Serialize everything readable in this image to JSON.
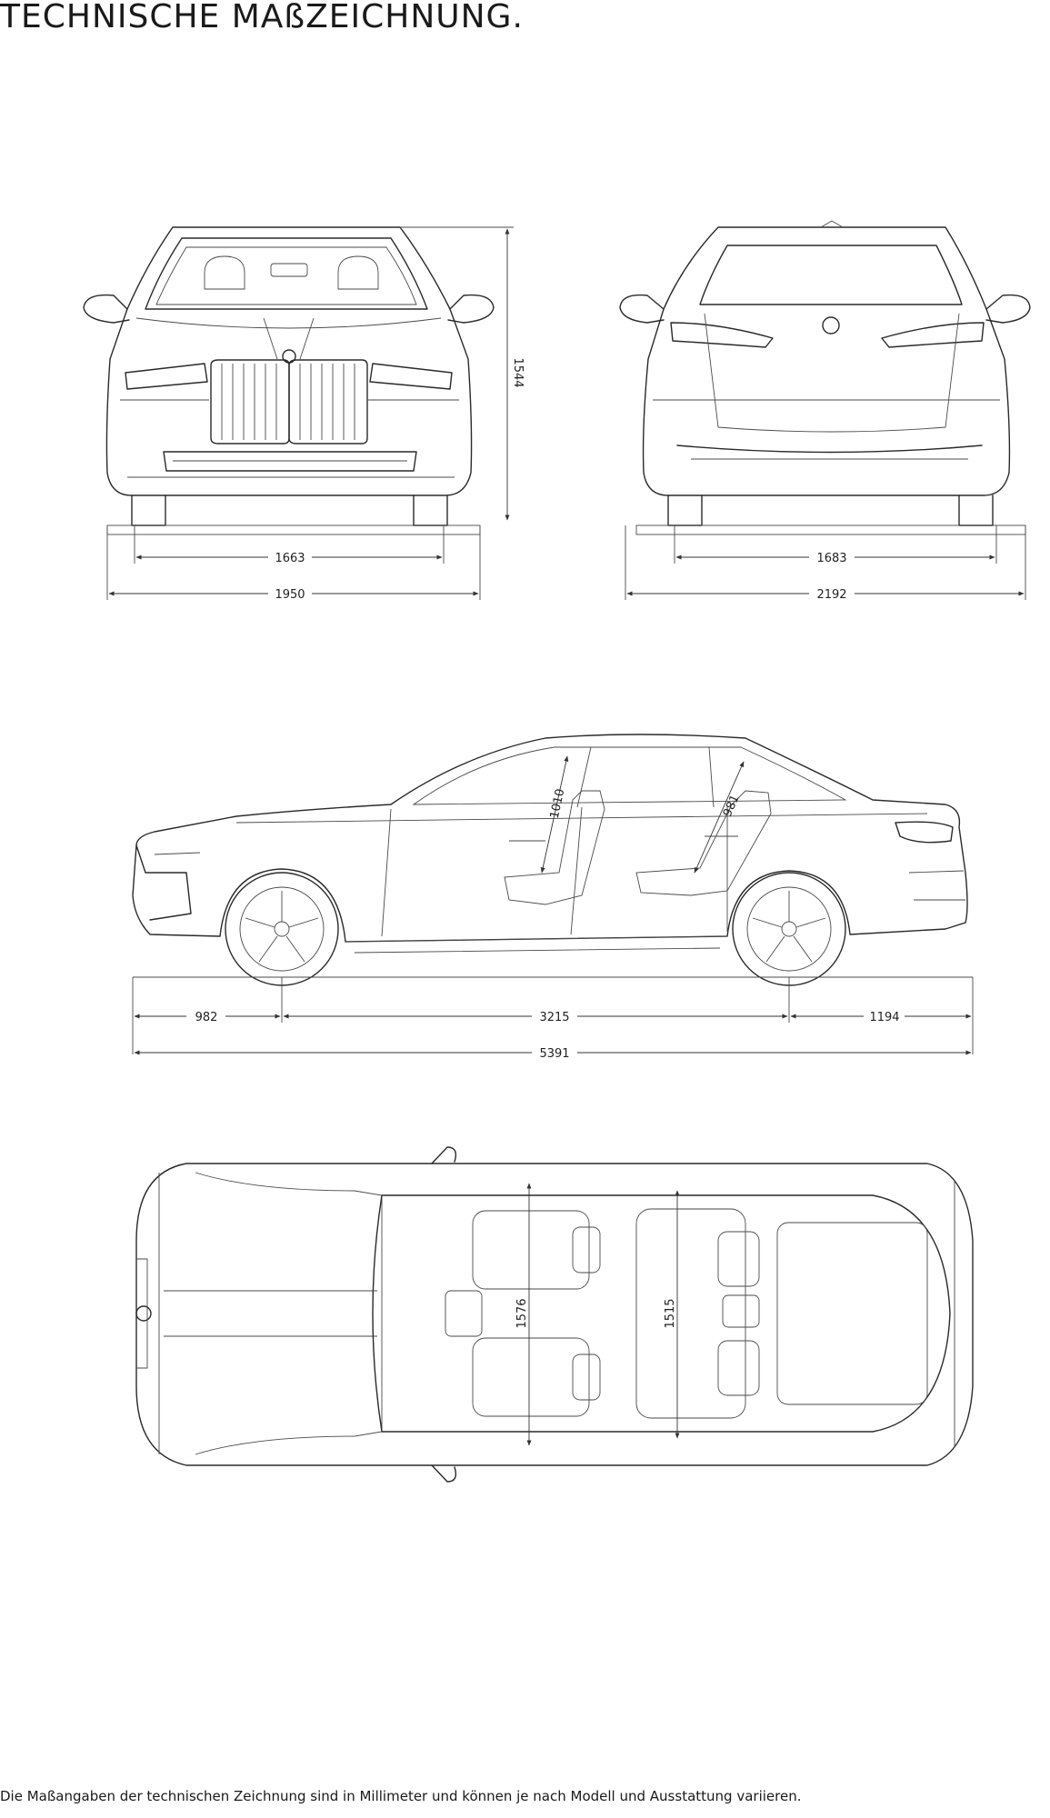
{
  "page": {
    "title": "TECHNISCHE MAßZEICHNUNG.",
    "footnote": "Die Maßangaben der technischen Zeichnung sind in Millimeter und können je nach Modell und Ausstattung variieren."
  },
  "dimensions": {
    "front_height": "1544",
    "front_track": "1663",
    "front_width": "1950",
    "rear_track": "1683",
    "rear_width_mirrors": "2192",
    "front_overhang": "982",
    "wheelbase": "3215",
    "rear_overhang": "1194",
    "length": "5391",
    "front_headroom": "1010",
    "rear_headroom": "981",
    "front_shoulder": "1576",
    "rear_shoulder": "1515"
  },
  "colors": {
    "line": "#2a2a2a",
    "background": "#ffffff"
  }
}
